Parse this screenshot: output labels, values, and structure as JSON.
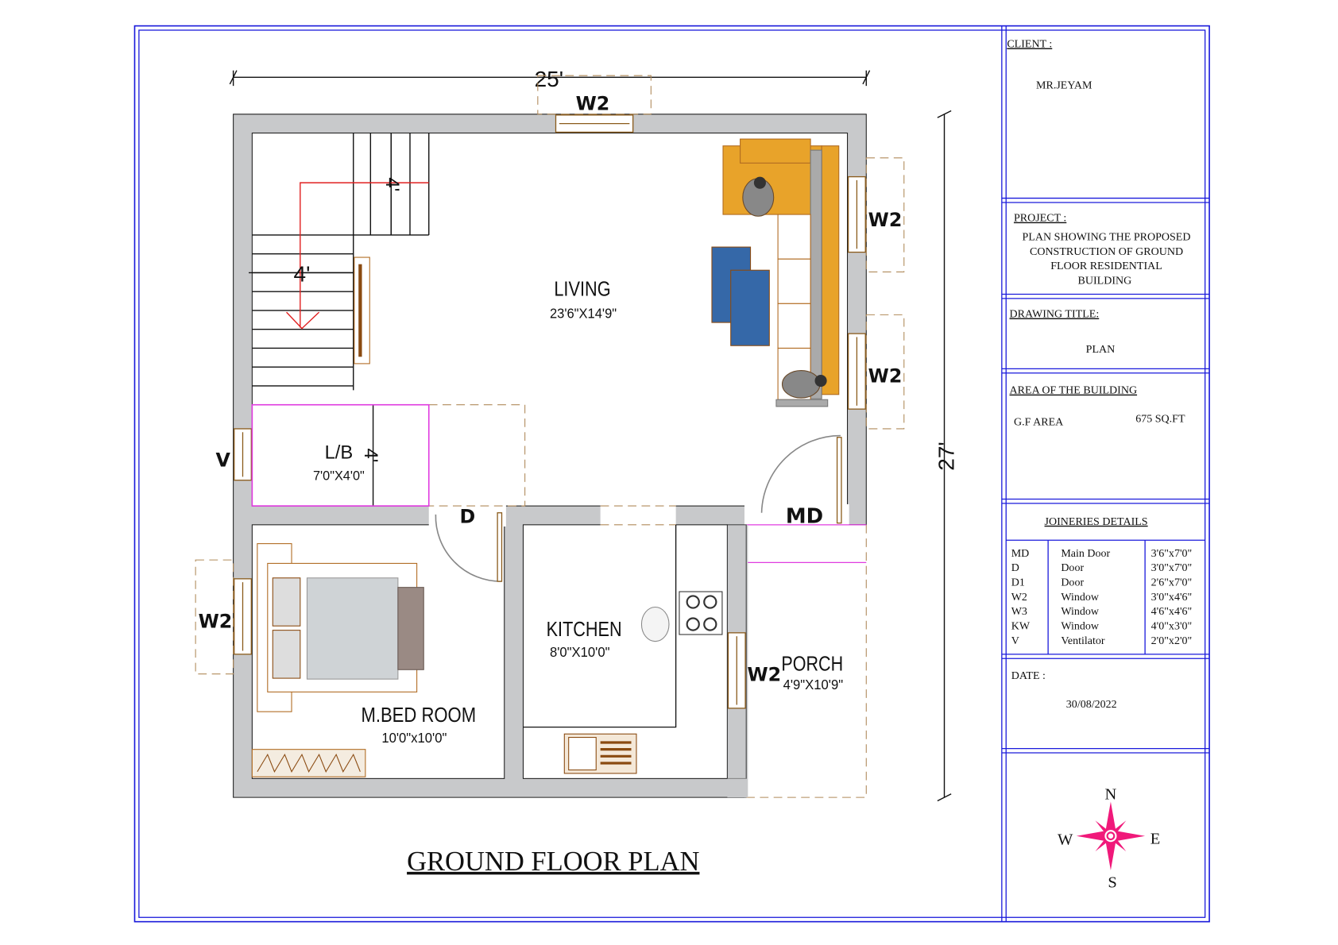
{
  "plan": {
    "title": "GROUND FLOOR PLAN",
    "dim_width": "25'",
    "dim_height": "27'",
    "stair_dim_top": "4'",
    "stair_dim_width": "4'",
    "stair_dim_landing": "4'",
    "rooms": {
      "living": {
        "name": "LIVING",
        "size": "23'6\"X14'9\""
      },
      "landing": {
        "name": "L/B",
        "size": "7'0\"X4'0\""
      },
      "bedroom": {
        "name": "M.BED ROOM",
        "size": "10'0\"x10'0\""
      },
      "kitchen": {
        "name": "KITCHEN",
        "size": "8'0\"X10'0\""
      },
      "porch": {
        "name": "PORCH",
        "size": "4'9\"X10'9\""
      }
    },
    "openings": {
      "w2_top": "W2",
      "w2_right1": "W2",
      "w2_right2": "W2",
      "w2_left": "W2",
      "w2_kitchen": "W2",
      "v": "V",
      "d": "D",
      "md": "MD"
    }
  },
  "title_block": {
    "client_label": "CLIENT :",
    "client": "MR.JEYAM",
    "project_label": "PROJECT :",
    "project_lines": [
      "PLAN SHOWING THE PROPOSED",
      "CONSTRUCTION OF GROUND",
      "FLOOR RESIDENTIAL",
      "BUILDING"
    ],
    "drawing_title_label": "DRAWING TITLE:",
    "drawing_title": "PLAN",
    "area_label": "AREA OF THE BUILDING",
    "area_name": "G.F AREA",
    "area_value": "675 SQ.FT",
    "joineries_label": "JOINERIES DETAILS",
    "joineries": [
      {
        "code": "MD",
        "name": "Main Door",
        "size": "3'6\"x7'0\""
      },
      {
        "code": "D",
        "name": "Door",
        "size": "3'0\"x7'0\""
      },
      {
        "code": "D1",
        "name": "Door",
        "size": "2'6\"x7'0\""
      },
      {
        "code": "W2",
        "name": "Window",
        "size": "3'0\"x4'6\""
      },
      {
        "code": "W3",
        "name": "Window",
        "size": "4'6\"x4'6\""
      },
      {
        "code": "KW",
        "name": "Window",
        "size": "4'0\"x3'0\""
      },
      {
        "code": "V",
        "name": "Ventilator",
        "size": "2'0\"x2'0\""
      }
    ],
    "date_label": "DATE :",
    "date": "30/08/2022",
    "compass": {
      "n": "N",
      "s": "S",
      "e": "E",
      "w": "W"
    }
  },
  "colors": {
    "frame": "#1a1adb",
    "wall": "#c8c9cb",
    "compass": "#f0197a",
    "furniture": "#e8a32a",
    "sofa_table": "#3568a8",
    "landing": "#e03ce0"
  }
}
